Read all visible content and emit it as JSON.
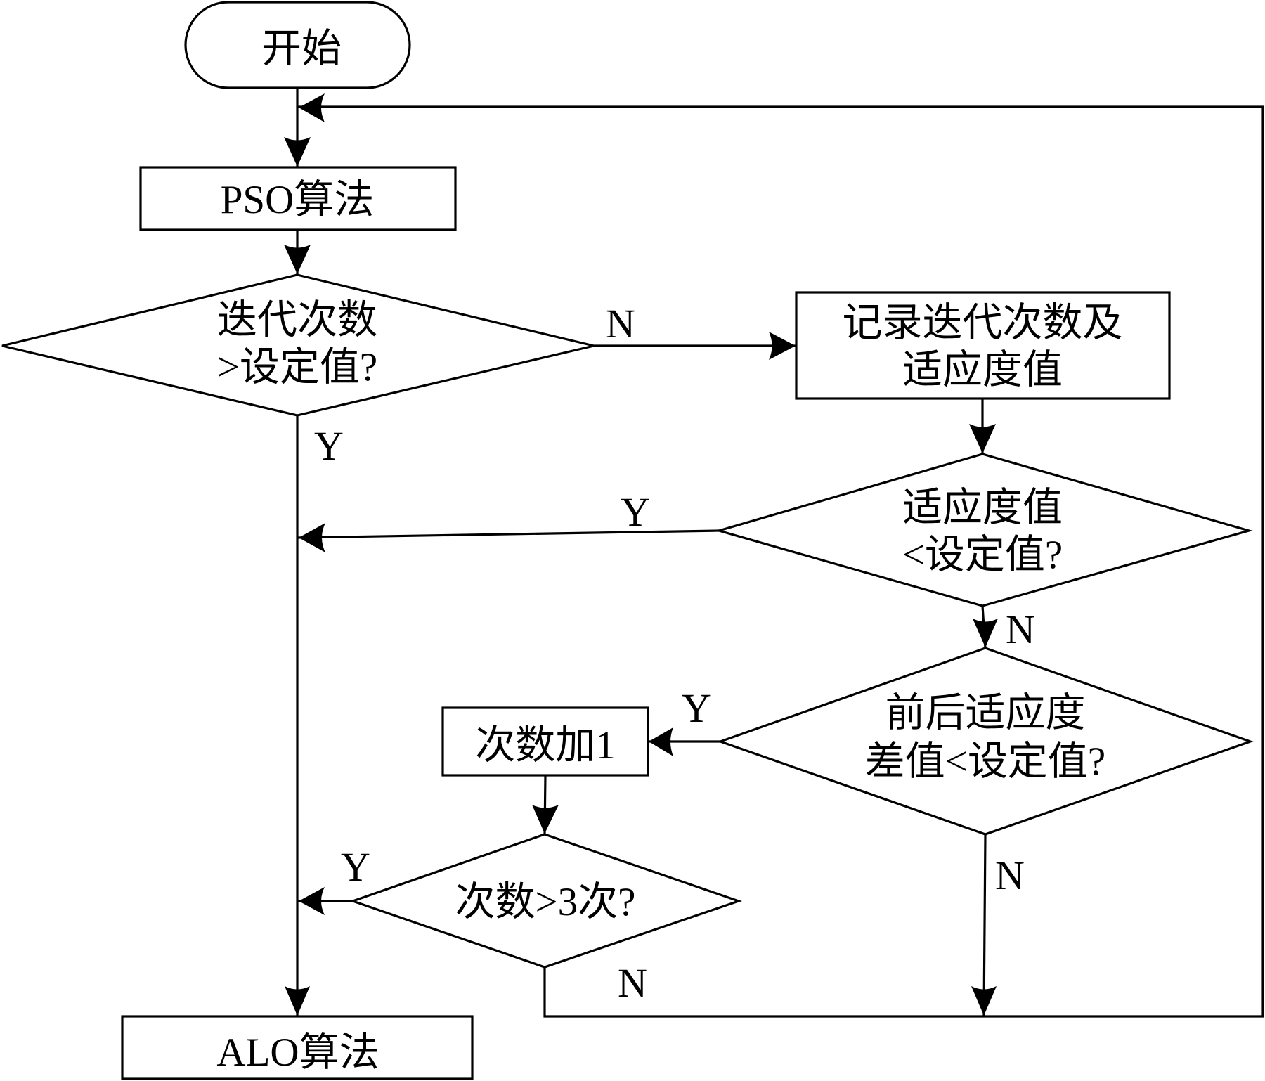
{
  "diagram": {
    "type": "flowchart",
    "colors": {
      "stroke": "#000000",
      "fill": "#ffffff",
      "text": "#000000"
    },
    "nodes": {
      "start": {
        "shape": "terminator",
        "lines": [
          "开始"
        ]
      },
      "pso": {
        "shape": "process",
        "lines": [
          "PSO算法"
        ]
      },
      "iter_check": {
        "shape": "decision",
        "lines": [
          "迭代次数",
          ">设定值?"
        ]
      },
      "record": {
        "shape": "process",
        "lines": [
          "记录迭代次数及",
          "适应度值"
        ]
      },
      "fitness_check": {
        "shape": "decision",
        "lines": [
          "适应度值",
          "<设定值?"
        ]
      },
      "diff_check": {
        "shape": "decision",
        "lines": [
          "前后适应度",
          "差值<设定值?"
        ]
      },
      "count_inc": {
        "shape": "process",
        "lines": [
          "次数加1"
        ]
      },
      "count_check": {
        "shape": "decision",
        "lines": [
          "次数>3次?"
        ]
      },
      "alo": {
        "shape": "process",
        "lines": [
          "ALO算法"
        ]
      }
    },
    "edges": [
      {
        "from": "start",
        "to": "pso",
        "label": ""
      },
      {
        "from": "pso",
        "to": "iter_check",
        "label": ""
      },
      {
        "from": "iter_check",
        "to": "record",
        "label": "N"
      },
      {
        "from": "iter_check",
        "to": "alo",
        "label": "Y"
      },
      {
        "from": "record",
        "to": "fitness_check",
        "label": ""
      },
      {
        "from": "fitness_check",
        "to": "alo",
        "label": "Y"
      },
      {
        "from": "fitness_check",
        "to": "diff_check",
        "label": "N"
      },
      {
        "from": "diff_check",
        "to": "count_inc",
        "label": "Y"
      },
      {
        "from": "diff_check",
        "to": "pso",
        "label": "N"
      },
      {
        "from": "count_inc",
        "to": "count_check",
        "label": ""
      },
      {
        "from": "count_check",
        "to": "alo",
        "label": "Y"
      },
      {
        "from": "count_check",
        "to": "pso",
        "label": "N"
      }
    ]
  }
}
